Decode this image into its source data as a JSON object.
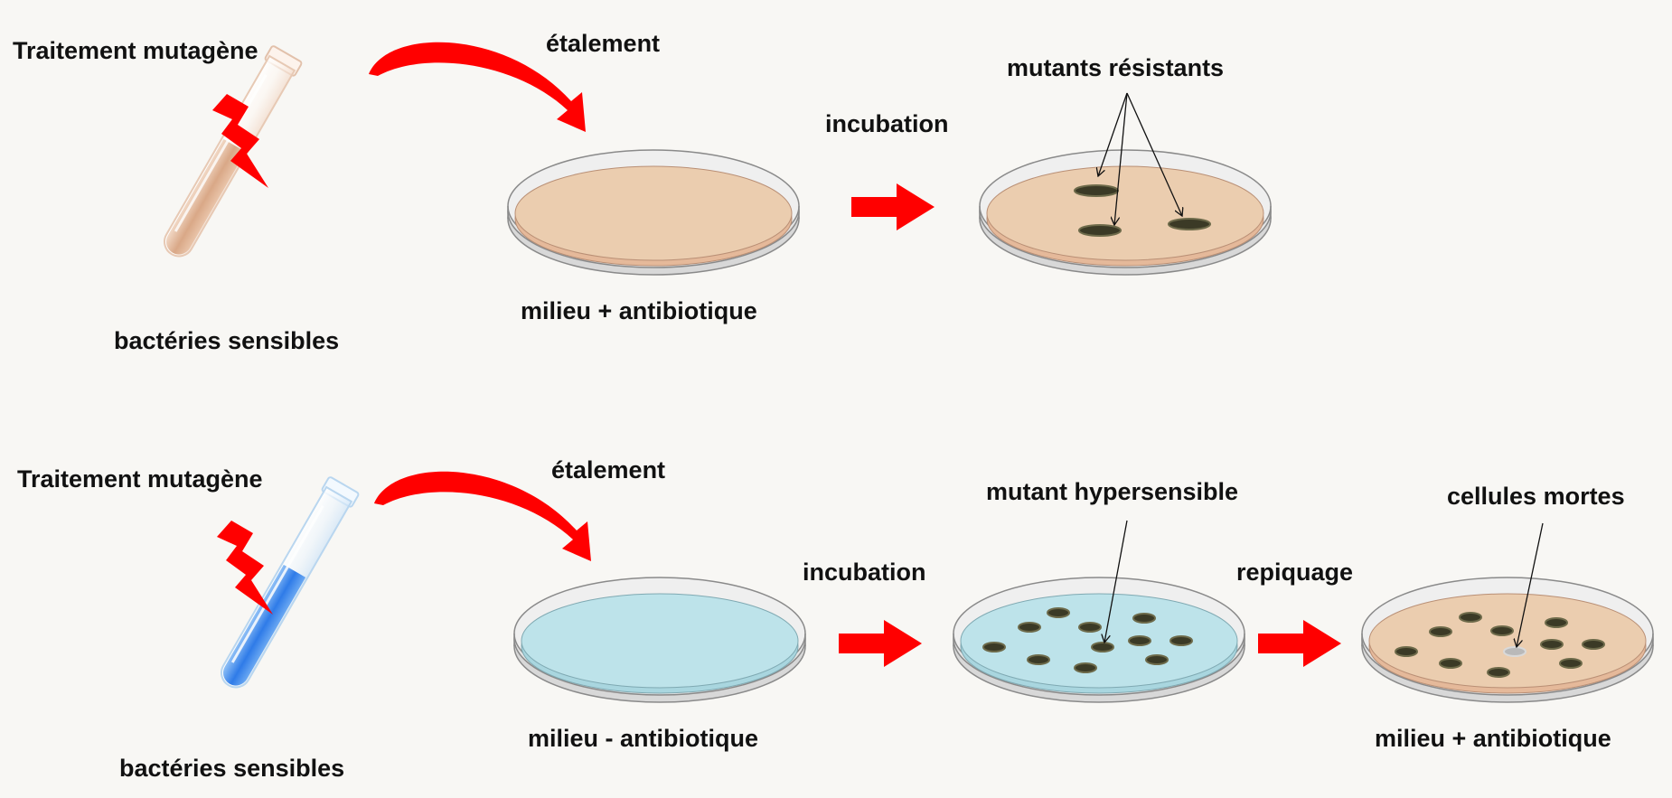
{
  "colors": {
    "background": "#f8f7f4",
    "arrow_red": "#ff0000",
    "medium_with_antibiotic": "#ebcdaf",
    "medium_without_antibiotic": "#bde3ea",
    "tube_brown_liquid": "#d9a887",
    "tube_blue_liquid": "#2f7be8",
    "colony": "#3b3a26",
    "dead_cells": "#b9b9b9"
  },
  "top_row": {
    "mutagenic_treatment": "Traitement mutagène",
    "plating": "étalement",
    "medium_label": "milieu + antibiotique",
    "incubation": "incubation",
    "resistant_mutants": "mutants résistants",
    "sensitive_bacteria": "bactéries sensibles"
  },
  "bottom_row": {
    "mutagenic_treatment": "Traitement mutagène",
    "plating": "étalement",
    "medium_label": "milieu - antibiotique",
    "incubation": "incubation",
    "hypersensitive_mutant": "mutant hypersensible",
    "subculture": "repiquage",
    "dead_cells": "cellules mortes",
    "second_medium_label": "milieu + antibiotique",
    "sensitive_bacteria": "bactéries sensibles"
  }
}
